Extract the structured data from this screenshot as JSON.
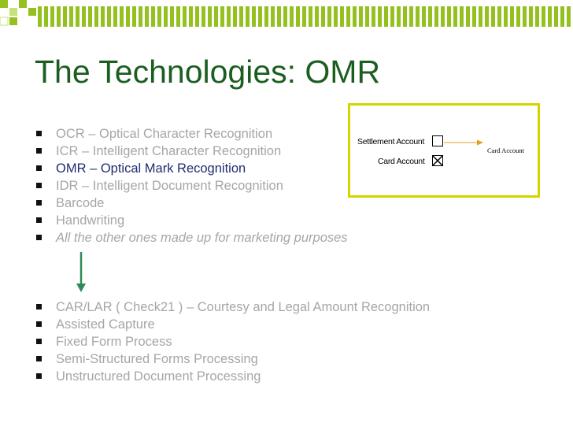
{
  "slide": {
    "title": "The Technologies: OMR"
  },
  "bullets_top": [
    {
      "text": "OCR – Optical Character Recognition",
      "state": "muted"
    },
    {
      "text": "ICR – Intelligent Character Recognition",
      "state": "muted"
    },
    {
      "text": "OMR – Optical Mark Recognition",
      "state": "active"
    },
    {
      "text": "IDR – Intelligent Document Recognition",
      "state": "muted"
    },
    {
      "text": "Barcode",
      "state": "muted"
    },
    {
      "text": "Handwriting",
      "state": "muted"
    },
    {
      "text": "All the other ones made up for marketing purposes",
      "state": "muted-italic"
    }
  ],
  "bullets_bottom": [
    {
      "text": "CAR/LAR ( Check21 ) – Courtesy and Legal Amount Recognition"
    },
    {
      "text": "Assisted Capture"
    },
    {
      "text": "Fixed Form Process"
    },
    {
      "text": "Semi-Structured Forms Processing"
    },
    {
      "text": "Unstructured Document Processing"
    }
  ],
  "figure": {
    "settlement_label": "Settlement Account",
    "card_label": "Card Account",
    "side_label": "Card Account",
    "settlement_checked": false,
    "card_checked": true
  },
  "colors": {
    "title": "#1b5e20",
    "muted_text": "#a6a6a6",
    "active_text": "#1f2d6e",
    "accent_green": "#94c11f",
    "figure_border": "#d4d400",
    "arrow_green": "#2e8b57",
    "figure_arrow": "#e0a020"
  }
}
